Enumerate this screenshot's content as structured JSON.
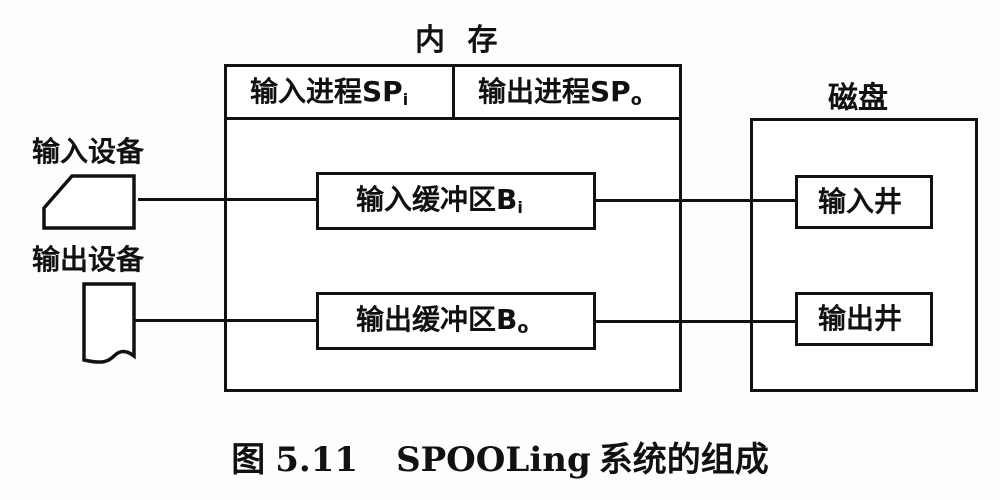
{
  "memory": {
    "title": "内 存",
    "input_process_label": "输入进程SP",
    "input_process_sub": "i",
    "output_process_label": "输出进程SP",
    "output_process_sub": "o",
    "input_buffer_label": "输入缓冲区B",
    "input_buffer_sub": "i",
    "output_buffer_label": "输出缓冲区B",
    "output_buffer_sub": "o"
  },
  "disk": {
    "title": "磁盘",
    "input_well": "输入井",
    "output_well": "输出井"
  },
  "devices": {
    "input_device": "输入设备",
    "output_device": "输出设备"
  },
  "caption": {
    "prefix": "图",
    "number": "5.11",
    "name_en": "SPOOLing",
    "name_zh": "系统的组成"
  }
}
